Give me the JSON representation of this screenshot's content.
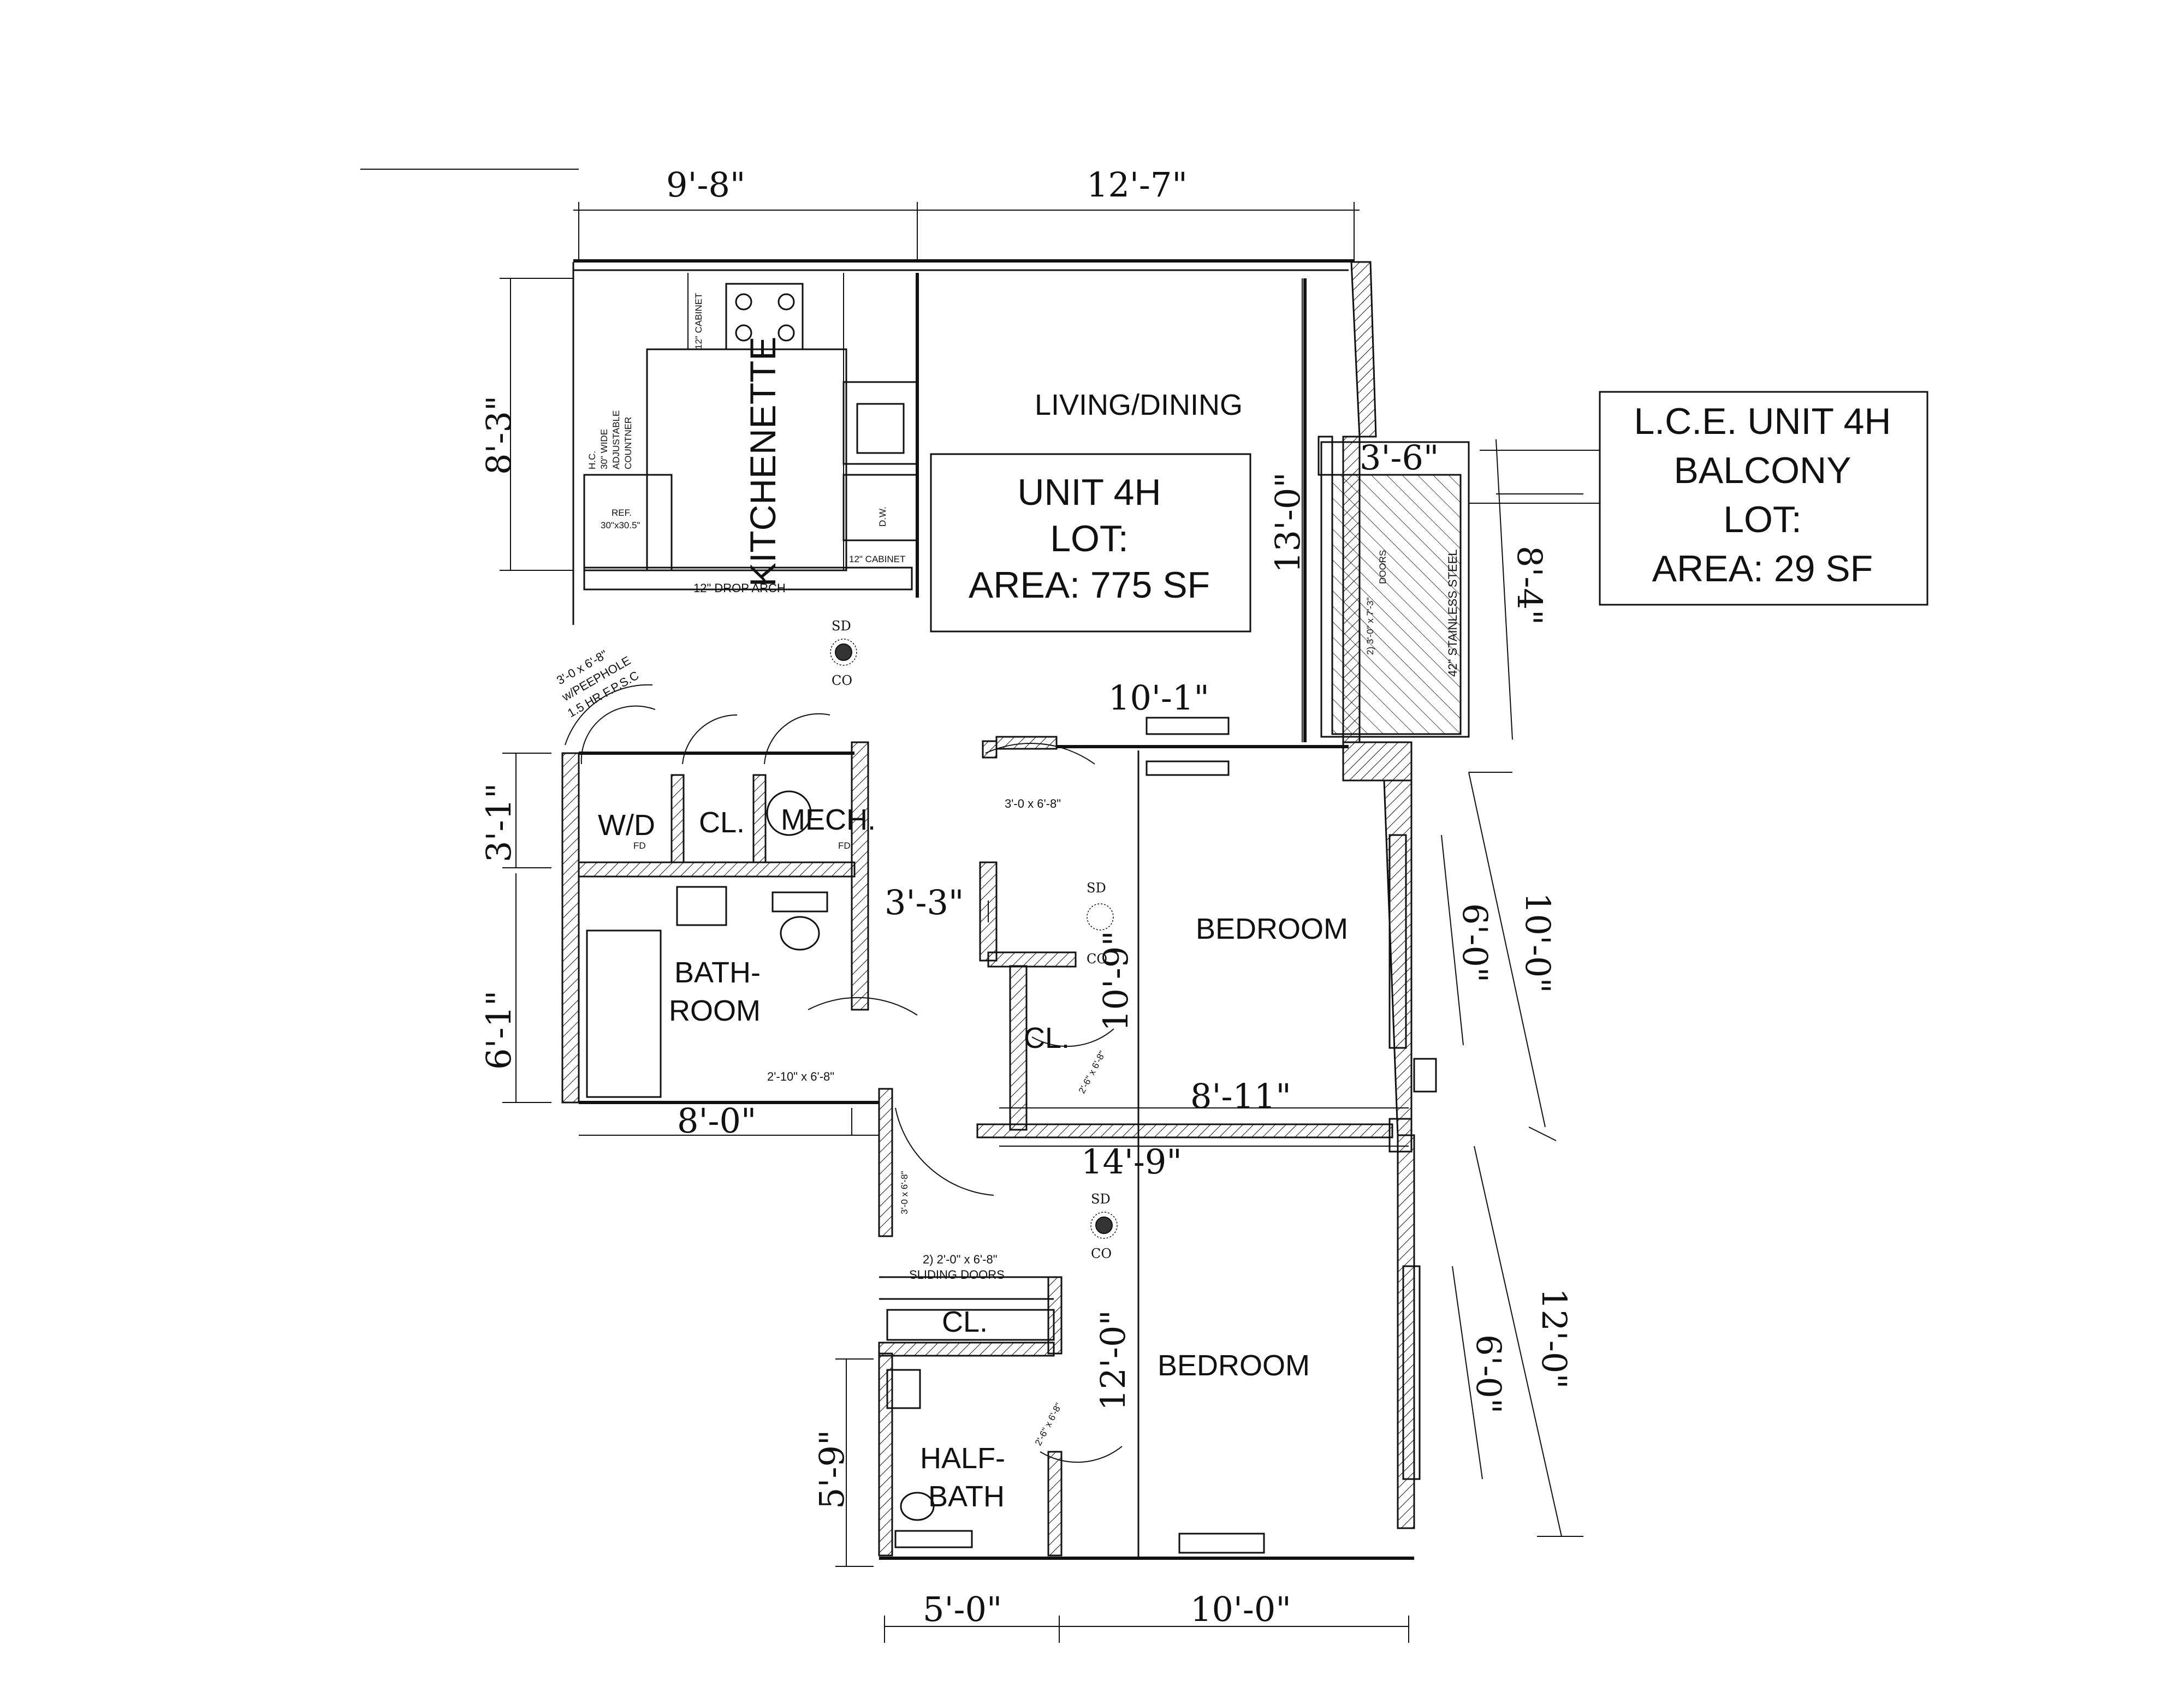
{
  "dimensions": {
    "top_left": "9'-8\"",
    "top_right": "12'-7\"",
    "kitchen_height": "8'-3\"",
    "living_height": "13'-0\"",
    "balcony_width": "3'-6\"",
    "balcony_height": "8'-4\"",
    "corridor_width": "10'-1\"",
    "laundry_height": "3'-1\"",
    "hall_width": "3'-3\"",
    "bath_height": "6'-1\"",
    "bedroom1_depth": "10'-9\"",
    "bedroom1_width": "8'-11\"",
    "bath_width": "8'-0\"",
    "middle_width": "14'-9\"",
    "window1": "6'-0\"",
    "bedroom1_right": "10'-0\"",
    "bedroom2_depth": "12'-0\"",
    "window2": "6'-0\"",
    "bedroom2_right": "12'-0\"",
    "halfbath_height": "5'-9\"",
    "halfbath_width": "5'-0\"",
    "bedroom2_width": "10'-0\""
  },
  "rooms": {
    "kitchenette": "KITCHENETTE",
    "living_dining": "LIVING/DINING",
    "wd": "W/D",
    "closet_laundry": "CL.",
    "mech": "MECH.",
    "bath_line1": "BATH-",
    "bath_line2": "ROOM",
    "closet_bedroom": "CL.",
    "bedroom1": "BEDROOM",
    "closet_lower": "CL.",
    "bedroom2": "BEDROOM",
    "halfbath_line1": "HALF-",
    "halfbath_line2": "BATH"
  },
  "unit_box": {
    "line1": "UNIT 4H",
    "line2": "LOT:",
    "line3": "AREA: 775 SF"
  },
  "balcony_box": {
    "line1": "L.C.E. UNIT 4H",
    "line2": "BALCONY",
    "line3": "LOT:",
    "line4": "AREA: 29 SF"
  },
  "notes": {
    "cabinet_top": "12\" CABINET",
    "hc_counter_1": "H.C.",
    "hc_counter_2": "30\" WIDE",
    "hc_counter_3": "ADJUSTABLE",
    "hc_counter_4": "COUNTNER",
    "ref_1": "REF.",
    "ref_2": "30\"x30.5\"",
    "dw": "D.W.",
    "cabinet_right": "12\" CABINET",
    "drop_arch": "12\" DROP ARCH",
    "entry_door_1": "3'-0 x 6'-8\"",
    "entry_door_2": "w/PEEPHOLE",
    "entry_door_3": "1.5 HR F.P.S.C",
    "balcony_doors_1": "2) 3'-0\" x 7'-3\"",
    "balcony_doors_2": "DOORS",
    "railing": "42\" STAINLESS STEEL",
    "door_bedroom1": "3'-0 x 6'-8\"",
    "door_bath": "2'-10\" x 6'-8\"",
    "door_closet": "2'-6\" x 6'-8\"",
    "door_bedroom2": "3'-0 x 6'-8\"",
    "sliding_doors_1": "2) 2'-0\" x 6'-8\"",
    "sliding_doors_2": "SLIDING DOORS",
    "door_halfbath": "2'-6\" x 6'-8\"",
    "fd": "FD",
    "sd": "SD",
    "co": "CO"
  }
}
